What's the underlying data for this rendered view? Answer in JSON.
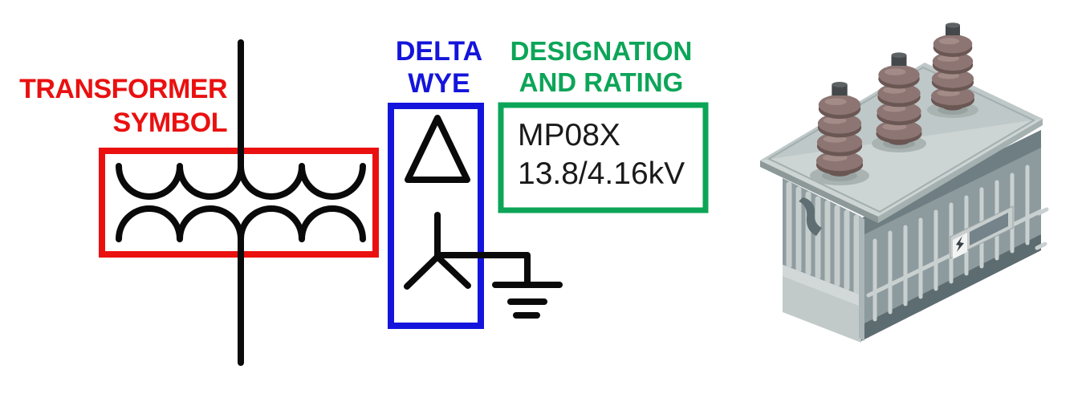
{
  "figure": {
    "type": "one-line-diagram-legend",
    "background": "#ffffff"
  },
  "colors": {
    "red": "#ea1010",
    "blue": "#1414dc",
    "green": "#0ca558",
    "schematic_black": "#0a0a0a",
    "rating_text": "#1a1a1a"
  },
  "labels": {
    "transformer_symbol": {
      "line1": "TRANSFORMER",
      "line2": "SYMBOL"
    },
    "delta_wye": {
      "line1": "DELTA",
      "line2": "WYE"
    },
    "designation_rating": {
      "line1": "DESIGNATION",
      "line2": "AND RATING"
    }
  },
  "rating_box": {
    "designation": "MP08X",
    "voltage_rating": "13.8/4.16kV"
  },
  "symbols": {
    "transformer": "two-winding-transformer-symbol",
    "primary_winding": "delta-symbol",
    "secondary_winding": "wye-symbol",
    "ground": "earth-ground-symbol"
  },
  "illustration": {
    "name": "three-phase-distribution-transformer",
    "bushings": 3
  }
}
